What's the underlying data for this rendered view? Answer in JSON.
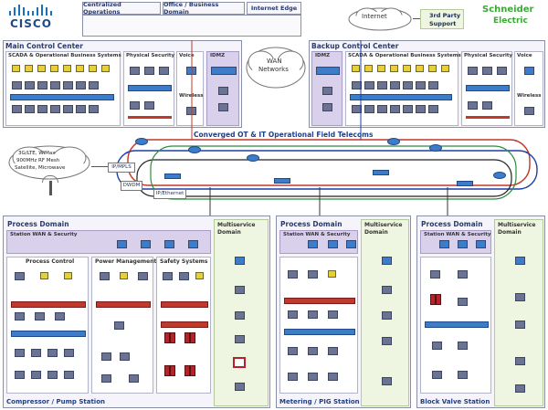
{
  "logos": {
    "cisco_text": "CISCO",
    "schneider_line1": "Schneider",
    "schneider_line2": "Electric"
  },
  "top_bar": {
    "centralized_ops": "Centralized Operations",
    "office_domain": "Office / Business Domain",
    "internet_edge": "Internet Edge",
    "internet": "Internet",
    "third_party_line1": "3rd Party",
    "third_party_line2": "Support"
  },
  "main_cc": {
    "title": "Main Control Center",
    "scada_section": "SCADA & Operational Business Systems",
    "physical_security": "Physical Security",
    "voice": "Voice",
    "wireless": "Wireless",
    "idmz": "IDMZ"
  },
  "backup_cc": {
    "title": "Backup Control Center",
    "idmz": "IDMZ",
    "scada_section": "SCADA & Operational Business Systems",
    "physical_security": "Physical Security",
    "voice": "Voice",
    "wireless": "Wireless"
  },
  "wan": {
    "line1": "WAN",
    "line2": "Networks"
  },
  "telecoms": {
    "title": "Converged OT & IT Operational Field Telecoms",
    "radio_line1": "3G/LTE, WiMax",
    "radio_line2": "900MHz RF Mesh",
    "radio_line3": "Satellite, Microwave",
    "ip_mpls": "IP/MPLS",
    "dwdm": "DWDM",
    "ip_ethernet": "IP/Ethernet"
  },
  "compressor": {
    "process_domain": "Process Domain",
    "station_wan": "Station WAN & Security",
    "multiservice_line1": "Multiservice",
    "multiservice_line2": "Domain",
    "process_control": "Process Control",
    "power_management": "Power Management",
    "safety_systems": "Safety Systems",
    "footer": "Compressor / Pump Station"
  },
  "metering": {
    "process_domain": "Process Domain",
    "station_wan": "Station WAN & Security",
    "multiservice_line1": "Multiservice",
    "multiservice_line2": "Domain",
    "footer": "Metering / PIG Station"
  },
  "block_valve": {
    "process_domain": "Process Domain",
    "station_wan": "Station WAN & Security",
    "multiservice_line1": "Multiservice",
    "multiservice_line2": "Domain",
    "footer": "Block Valve Station"
  },
  "colors": {
    "ring_red": "#c0392b",
    "ring_blue": "#1f3fa6",
    "ring_green": "#2e8b3a",
    "ring_black": "#222222",
    "accent_navy": "#1f3f8a",
    "schneider_green": "#3aaa35"
  }
}
